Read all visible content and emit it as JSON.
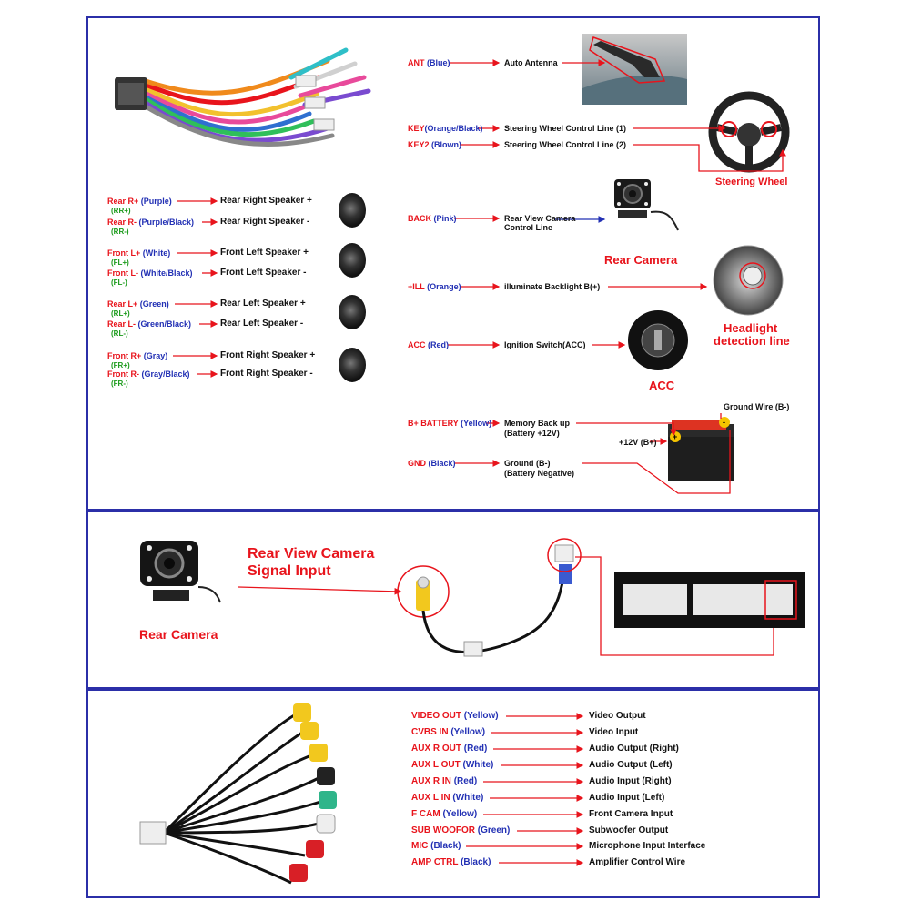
{
  "top_panel": {
    "right_rows": [
      {
        "code": "ANT",
        "color": "(Blue)",
        "target": "Auto Antenna"
      },
      {
        "code": "KEY",
        "color": "(Orange/Black)",
        "target": "Steering Wheel Control Line (1)"
      },
      {
        "code": "KEY2",
        "color": "(Blown)",
        "target": "Steering Wheel Control Line (2)"
      },
      {
        "code": "BACK",
        "color": "(Pink)",
        "target": "Rear View Camera",
        "target2": "Control Line"
      },
      {
        "code": "+ILL",
        "color": "(Orange)",
        "target": "illuminate Backlight B(+)"
      },
      {
        "code": "ACC",
        "color": "(Red)",
        "target": "Ignition Switch(ACC)"
      },
      {
        "code": "B+ BATTERY",
        "color": "(Yellow)",
        "target": "Memory Back up",
        "target2": "(Battery +12V)"
      },
      {
        "code": "GND",
        "color": "(Black)",
        "target": "Ground (B-)",
        "target2": "(Battery Negative)"
      }
    ],
    "speakers": [
      {
        "code": "Rear R+",
        "color": "(Purple)",
        "abbr": "(RR+)",
        "target": "Rear Right Speaker +"
      },
      {
        "code": "Rear R-",
        "color": "(Purple/Black)",
        "abbr": "(RR-)",
        "target": "Rear Right Speaker -"
      },
      {
        "code": "Front L+",
        "color": "(White)",
        "abbr": "(FL+)",
        "target": "Front Left Speaker +"
      },
      {
        "code": "Front L-",
        "color": "(White/Black)",
        "abbr": "(FL-)",
        "target": "Front Left Speaker -"
      },
      {
        "code": "Rear L+",
        "color": "(Green)",
        "abbr": "(RL+)",
        "target": "Rear Left Speaker +"
      },
      {
        "code": "Rear L-",
        "color": "(Green/Black)",
        "abbr": "(RL-)",
        "target": "Rear Left Speaker -"
      },
      {
        "code": "Front R+",
        "color": "(Gray)",
        "abbr": "(FR+)",
        "target": "Front Right Speaker +"
      },
      {
        "code": "Front R-",
        "color": "(Gray/Black)",
        "abbr": "(FR-)",
        "target": "Front Right Speaker -"
      }
    ],
    "captions": {
      "steering": "Steering Wheel",
      "rear_camera": "Rear Camera",
      "headlight1": "Headlight",
      "headlight2": "detection line",
      "acc": "ACC",
      "ground_wire": "Ground Wire (B-)",
      "plus12v": "+12V  (B+)"
    }
  },
  "middle_panel": {
    "title_line1": "Rear View Camera",
    "title_line2": "Signal Input",
    "camera_caption": "Rear Camera"
  },
  "bottom_panel": {
    "rows": [
      {
        "code": "VIDEO OUT",
        "color": "(Yellow)",
        "target": "Video Output"
      },
      {
        "code": "CVBS IN",
        "color": "(Yellow)",
        "target": "Video Input"
      },
      {
        "code": "AUX R OUT",
        "color": "(Red)",
        "target": "Audio Output (Right)"
      },
      {
        "code": "AUX L OUT",
        "color": "(White)",
        "target": "Audio Output (Left)"
      },
      {
        "code": "AUX R IN",
        "color": "(Red)",
        "target": "Audio Input (Right)"
      },
      {
        "code": "AUX L IN",
        "color": "(White)",
        "target": "Audio Input (Left)"
      },
      {
        "code": "F CAM",
        "color": "(Yellow)",
        "target": "Front Camera Input"
      },
      {
        "code": "SUB WOOFOR",
        "color": "(Green)",
        "target": "Subwoofer Output"
      },
      {
        "code": "MIC",
        "color": "(Black)",
        "target": "Microphone Input Interface"
      },
      {
        "code": "AMP CTRL",
        "color": "(Black)",
        "target": "Amplifier Control Wire"
      }
    ]
  },
  "colors": {
    "border": "#2b2fa8",
    "red": "#e8141c",
    "blue": "#2230b4",
    "green": "#1a9a1a"
  }
}
